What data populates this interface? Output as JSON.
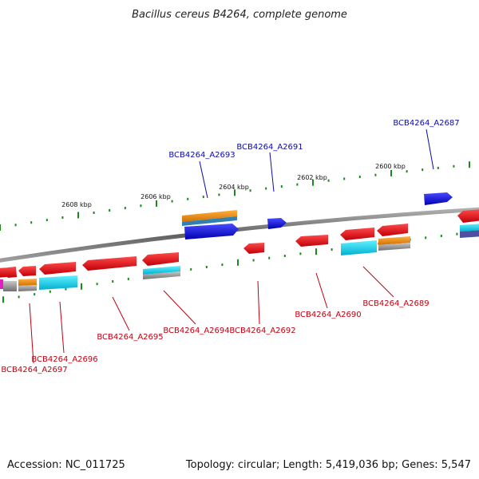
{
  "title": "Bacillus cereus B4264, complete genome",
  "footer": {
    "accession": "Accession: NC_011725",
    "summary": "Topology: circular; Length: 5,419,036 bp; Genes: 5,547"
  },
  "ruler_labels": [
    "2608 kbp",
    "2606 kbp",
    "2604 kbp",
    "2602 kbp",
    "2600 kbp"
  ],
  "gene_labels": {
    "forward": [
      "BCB4264_A2693",
      "BCB4264_A2691",
      "BCB4264_A2687"
    ],
    "reverse": [
      "BCB4264_A2697",
      "BCB4264_A2696",
      "BCB4264_A2695",
      "BCB4264_A2694",
      "BCB4264_A2692",
      "BCB4264_A2690",
      "BCB4264_A2689"
    ]
  },
  "colors": {
    "forward_gene": "#1010dd",
    "reverse_gene": "#e00010",
    "forward_label": "#0a0aa8",
    "reverse_label": "#c00010",
    "backbone": "#808080",
    "ticks": "#1a8a1a",
    "cds_orange": "#f0900a",
    "cds_cyan": "#10d8f0",
    "cds_gray": "#909090"
  }
}
